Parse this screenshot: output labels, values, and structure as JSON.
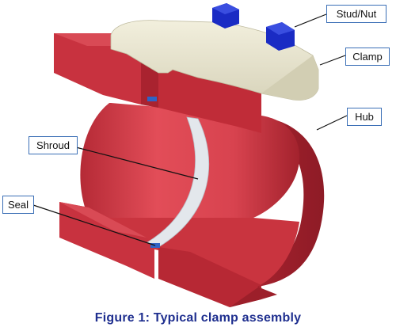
{
  "labels": {
    "stud_nut": "Stud/Nut",
    "clamp": "Clamp",
    "hub": "Hub",
    "shroud": "Shroud",
    "seal": "Seal"
  },
  "caption": "Figure 1: Typical clamp assembly",
  "colors": {
    "hub_face": "#c8323f",
    "hub_inner": "#e04b55",
    "hub_dark": "#9c1f2a",
    "clamp": "#e9e6d1",
    "clamp_shadow": "#c9c5ab",
    "nut": "#1a2bc4",
    "shroud": "#e3e7ec",
    "seal": "#2f63c6",
    "caption": "#1f2f8f",
    "callout_border": "#3b6fb6"
  }
}
